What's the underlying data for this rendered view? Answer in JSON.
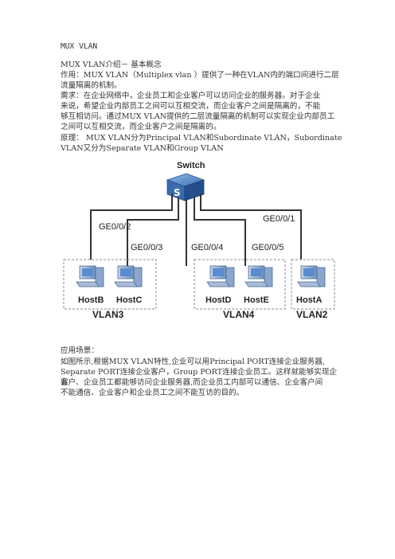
{
  "doc": {
    "title": "MUX VLAN",
    "subtitle": "MUX VLAN介绍－ 基本概念",
    "purpose_1": "作用：MUX VLAN（Multiplex vlan ）提供了一种在VLAN内的端口间进行二层",
    "purpose_2": "流量隔离的机制。",
    "need_1": "需求：在企业网络中，企业员工和企业客户可以访问企业的服务器。对于企业",
    "need_2": "来说，希望企业内部员工之间可以互相交流，而企业客户之间是隔离的，不能",
    "need_3": "够互相访问。通过MUX VLAN提供的二层流量隔离的机制可以实现企业内部员工",
    "need_4": "之间可以互相交流，而企业客户之间是隔离的。",
    "principle_1": "原理： MUX VLAN分为Principal VLAN和Subordinate VLAN，Subordinate",
    "principle_2": "VLAN又分为Separate VLAN和Group VLAN",
    "scenario_title": "应用场景：",
    "scenario_1": "如图所示,根据MUX VLAN特性,企业可以用Principal PORT连接企业服务器,",
    "scenario_2": "Separate PORT连接企业客户，Group PORT连接企业员工。这样就能够实现企业",
    "scenario_3": "客户、企业员工都能够访问企业服务器,而企业员工内部可以通信、企业客户间",
    "scenario_4": "不能通信、企业客户和企业员工之间不能互访的目的。"
  },
  "diagram": {
    "switch_label": "Switch",
    "switch_glyph": "S",
    "ports": [
      "GE0/0/2",
      "GE0/0/3",
      "GE0/0/4",
      "GE0/0/5",
      "GE0/0/1"
    ],
    "hosts": [
      "HostB",
      "HostC",
      "HostD",
      "HostE",
      "HostA"
    ],
    "vlans": [
      "VLAN3",
      "VLAN4",
      "VLAN2"
    ],
    "colors": {
      "switch": "#3f74b8",
      "switch_dark": "#244f8c",
      "link": "#333333",
      "pc": "#4a78b5",
      "dash": "#888888"
    }
  }
}
